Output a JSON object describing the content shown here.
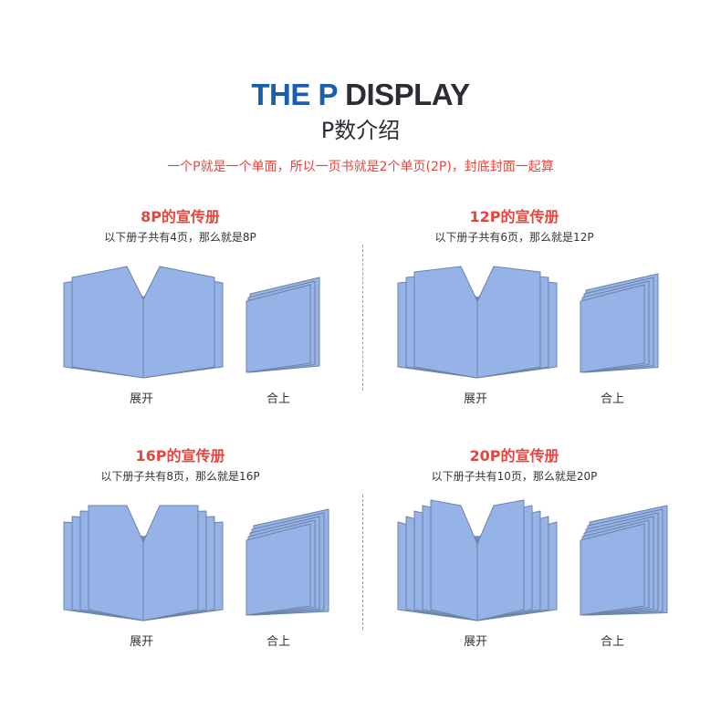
{
  "header": {
    "title_blue": "THE P",
    "title_dark": "DISPLAY",
    "subtitle": "P数介绍",
    "description": "一个P就是一个单面，所以一页书就是2个单页(2P)，封底封面一起算"
  },
  "sections": [
    {
      "title": "8P的宣传册",
      "note": "以下册子共有4页，那么就是8P",
      "open_label": "展开",
      "closed_label": "合上",
      "pages": 4
    },
    {
      "title": "12P的宣传册",
      "note": "以下册子共有6页，那么就是12P",
      "open_label": "展开",
      "closed_label": "合上",
      "pages": 6
    },
    {
      "title": "16P的宣传册",
      "note": "以下册子共有8页，那么就是16P",
      "open_label": "展开",
      "closed_label": "合上",
      "pages": 8
    },
    {
      "title": "20P的宣传册",
      "note": "以下册子共有10页，那么就是20P",
      "open_label": "展开",
      "closed_label": "合上",
      "pages": 10
    }
  ],
  "colors": {
    "accent_red": "#e8443e",
    "brand_blue": "#1a5fad",
    "page_fill": "#95b3e6",
    "page_edge": "#6d83a8"
  }
}
